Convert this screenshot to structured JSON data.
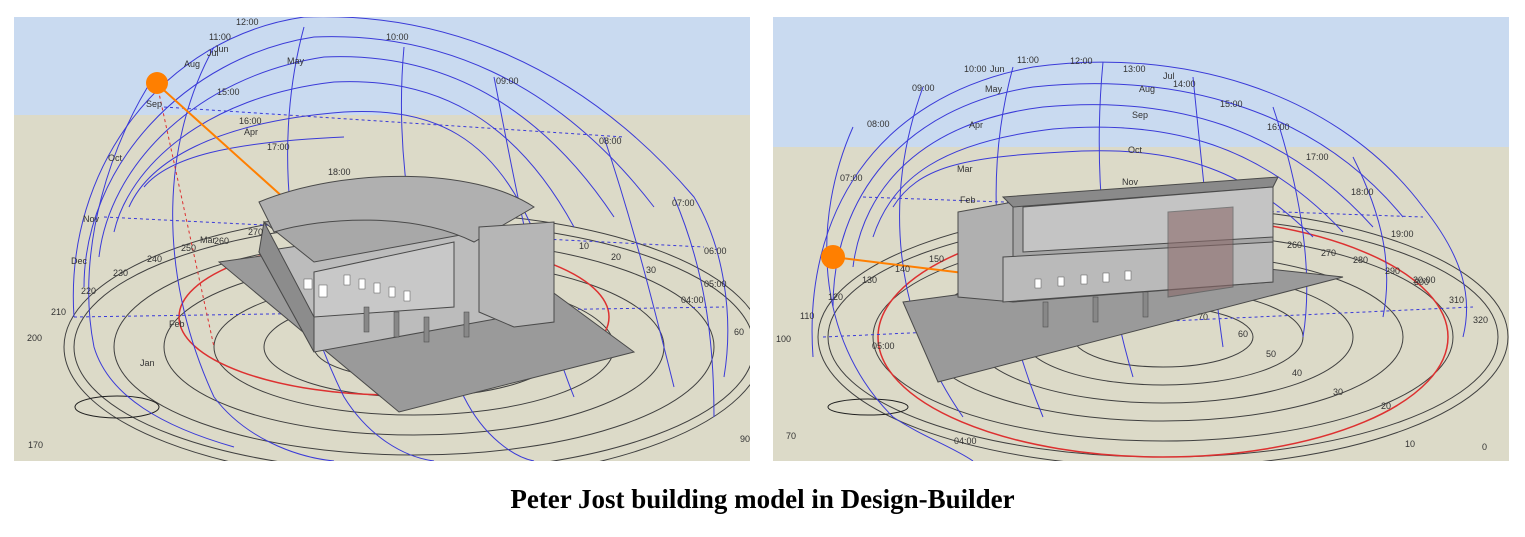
{
  "caption": "Peter Jost building model in Design-Builder",
  "colors": {
    "sky": "#c9daf0",
    "ground": "#dcdac8",
    "sunpath_lines": "#3a3ad8",
    "sun": "#ff7f00",
    "ground_circles": "#404040",
    "highlight_circle": "#dd3030",
    "building": "#9a9a9a"
  },
  "left_view": {
    "hour_labels": [
      "12:00",
      "10:00",
      "11:00",
      "09:00",
      "15:00",
      "16:00",
      "17:00",
      "18:00",
      "08:00",
      "07:00",
      "06:00",
      "05:00",
      "04:00"
    ],
    "month_labels": [
      "Jun",
      "Jul",
      "Aug",
      "May",
      "Sep",
      "Apr",
      "Oct",
      "Nov",
      "Mar",
      "Dec",
      "Feb",
      "Jan"
    ],
    "azimuth_labels": [
      "250",
      "260",
      "270",
      "240",
      "230",
      "220",
      "210",
      "200",
      "170",
      "10",
      "20",
      "30",
      "60",
      "90"
    ]
  },
  "right_view": {
    "hour_labels": [
      "10:00",
      "11:00",
      "12:00",
      "13:00",
      "14:00",
      "09:00",
      "15:00",
      "08:00",
      "16:00",
      "17:00",
      "18:00",
      "07:00",
      "19:00",
      "20:00",
      "05:00",
      "04:00"
    ],
    "month_labels": [
      "Jun",
      "Jul",
      "May",
      "Aug",
      "Apr",
      "Sep",
      "Oct",
      "Mar",
      "Nov",
      "Feb"
    ],
    "azimuth_labels": [
      "150",
      "140",
      "130",
      "120",
      "110",
      "100",
      "70",
      "260",
      "270",
      "280",
      "290",
      "300",
      "310",
      "320",
      "70",
      "60",
      "50",
      "40",
      "30",
      "20",
      "10",
      "0"
    ]
  }
}
